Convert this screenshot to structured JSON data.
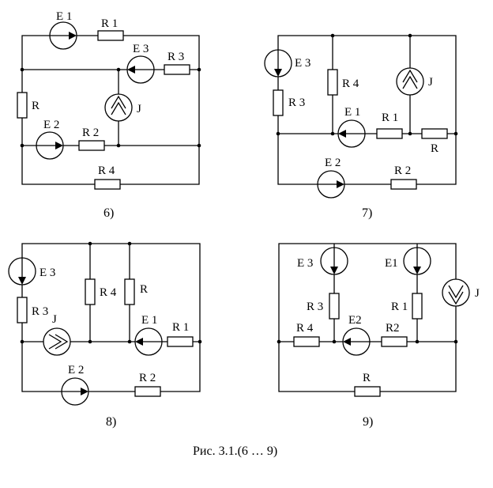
{
  "caption": "Рис. 3.1.(6 … 9)",
  "circuits": [
    {
      "number": "6)",
      "labels": {
        "E1": "E 1",
        "R1": "R 1",
        "E3": "E 3",
        "R3": "R 3",
        "R": "R",
        "J": "J",
        "E2": "E 2",
        "R2": "R 2",
        "R4": "R 4"
      }
    },
    {
      "number": "7)",
      "labels": {
        "E3": "E 3",
        "R3": "R 3",
        "R4": "R 4",
        "J": "J",
        "E1": "E 1",
        "R1": "R 1",
        "R": "R",
        "E2": "E 2",
        "R2": "R 2"
      }
    },
    {
      "number": "8)",
      "labels": {
        "E3": "E 3",
        "R3": "R 3",
        "R4": "R 4",
        "R": "R",
        "J": "J",
        "E1": "E 1",
        "R1": "R 1",
        "E2": "E 2",
        "R2": "R 2"
      }
    },
    {
      "number": "9)",
      "labels": {
        "E3": "E 3",
        "E1": "E1",
        "J": "J",
        "R3": "R 3",
        "R1": "R 1",
        "R4": "R 4",
        "E2": "E2",
        "R2": "R2",
        "R": "R"
      }
    }
  ]
}
